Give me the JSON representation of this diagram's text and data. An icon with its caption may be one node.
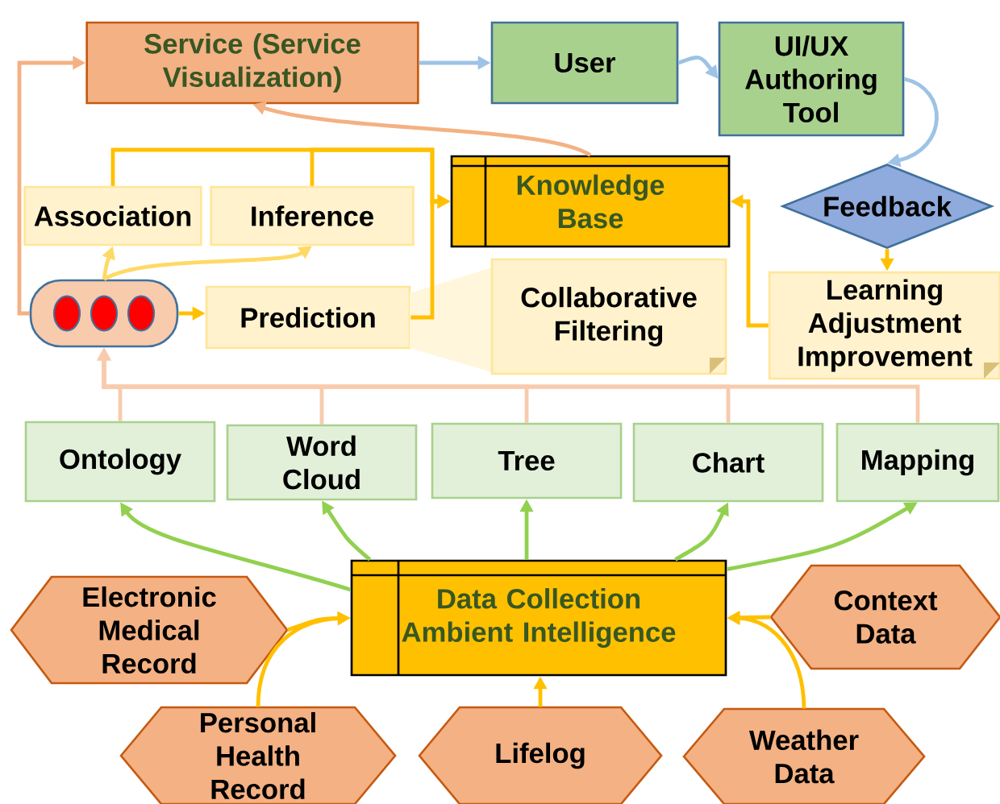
{
  "diagram": {
    "nodes": [
      {
        "text": [
          "Service (Service Visualization)"
        ]
      },
      {
        "text": [
          "User"
        ]
      },
      {
        "text": [
          "UI/UX Authoring Tool"
        ]
      },
      {
        "text": [
          "Knowledge Base"
        ]
      },
      {
        "text": [
          "Feedback"
        ]
      },
      {
        "text": [
          "Association"
        ]
      },
      {
        "text": [
          "Inference"
        ]
      },
      {
        "text": [],
        "shape": "box"
      },
      {
        "text": [
          "Prediction"
        ]
      },
      {
        "text": [
          "Collaborative Filtering"
        ]
      },
      {
        "text": [
          "Learning Adjustment Improvement"
        ]
      },
      {
        "text": [
          "Ontology"
        ]
      },
      {
        "text": [
          "Word Cloud"
        ]
      },
      {
        "text": [
          "Tree"
        ]
      },
      {
        "text": [
          "Chart"
        ]
      },
      {
        "text": [
          "Mapping"
        ]
      },
      {
        "text": [
          "Data Collection Ambient Intelligence"
        ]
      },
      {
        "text": [
          "Electronic Medical Record"
        ]
      },
      {
        "text": [
          "Context Data"
        ]
      },
      {
        "text": [
          "Personal Health Record"
        ]
      },
      {
        "text": [
          "Lifelog"
        ]
      },
      {
        "text": [
          "Weather Data"
        ]
      }
    ],
    "edges": [
      {
        "from": 0,
        "to": 1,
        "arrow": "to",
        "color": "#9dc3e6"
      },
      {
        "from": 1,
        "to": 2,
        "arrow": "to",
        "color": "#9dc3e6"
      },
      {
        "from": 2,
        "to": 4,
        "arrow": "to",
        "color": "#9dc3e6"
      },
      {
        "from": 4,
        "to": 10,
        "arrow": "to",
        "color": "#ffc000"
      },
      {
        "from": 10,
        "to": 3,
        "arrow": "to",
        "color": "#ffc000"
      },
      {
        "from": 3,
        "to": 0,
        "arrow": "to",
        "color": "#f4b183"
      },
      {
        "from": 5,
        "to": 3,
        "arrow": "to",
        "color": "#ffc000"
      },
      {
        "from": 6,
        "to": 3,
        "arrow": "to",
        "color": "#ffc000"
      },
      {
        "from": 8,
        "to": 3,
        "arrow": "to",
        "color": "#ffc000"
      },
      {
        "from": 7,
        "to": 5,
        "arrow": "to",
        "color": "#ffd966"
      },
      {
        "from": 7,
        "to": 6,
        "arrow": "to",
        "color": "#ffd966"
      },
      {
        "from": 7,
        "to": 8,
        "arrow": "to",
        "color": "#ffc000"
      },
      {
        "from": 7,
        "to": 0,
        "arrow": "to",
        "color": "#f4b183"
      },
      {
        "from": 11,
        "to": 7,
        "arrow": "to",
        "color": "#f8cbad"
      },
      {
        "from": 12,
        "to": 7,
        "arrow": "to",
        "color": "#f8cbad"
      },
      {
        "from": 13,
        "to": 7,
        "arrow": "to",
        "color": "#f8cbad"
      },
      {
        "from": 14,
        "to": 7,
        "arrow": "to",
        "color": "#f8cbad"
      },
      {
        "from": 15,
        "to": 7,
        "arrow": "to",
        "color": "#f8cbad"
      },
      {
        "from": 16,
        "to": 11,
        "arrow": "to",
        "color": "#92d050"
      },
      {
        "from": 16,
        "to": 12,
        "arrow": "to",
        "color": "#92d050"
      },
      {
        "from": 16,
        "to": 13,
        "arrow": "to",
        "color": "#92d050"
      },
      {
        "from": 16,
        "to": 14,
        "arrow": "to",
        "color": "#92d050"
      },
      {
        "from": 16,
        "to": 15,
        "arrow": "to",
        "color": "#92d050"
      },
      {
        "from": 17,
        "to": 16,
        "arrow": "to",
        "color": "#ffc000"
      },
      {
        "from": 19,
        "to": 16,
        "arrow": "to",
        "color": "#ffc000"
      },
      {
        "from": 20,
        "to": 16,
        "arrow": "to",
        "color": "#ffc000"
      },
      {
        "from": 18,
        "to": 16,
        "arrow": "to",
        "color": "#ffc000"
      },
      {
        "from": 21,
        "to": 16,
        "arrow": "to",
        "color": "#ffc000"
      }
    ]
  }
}
